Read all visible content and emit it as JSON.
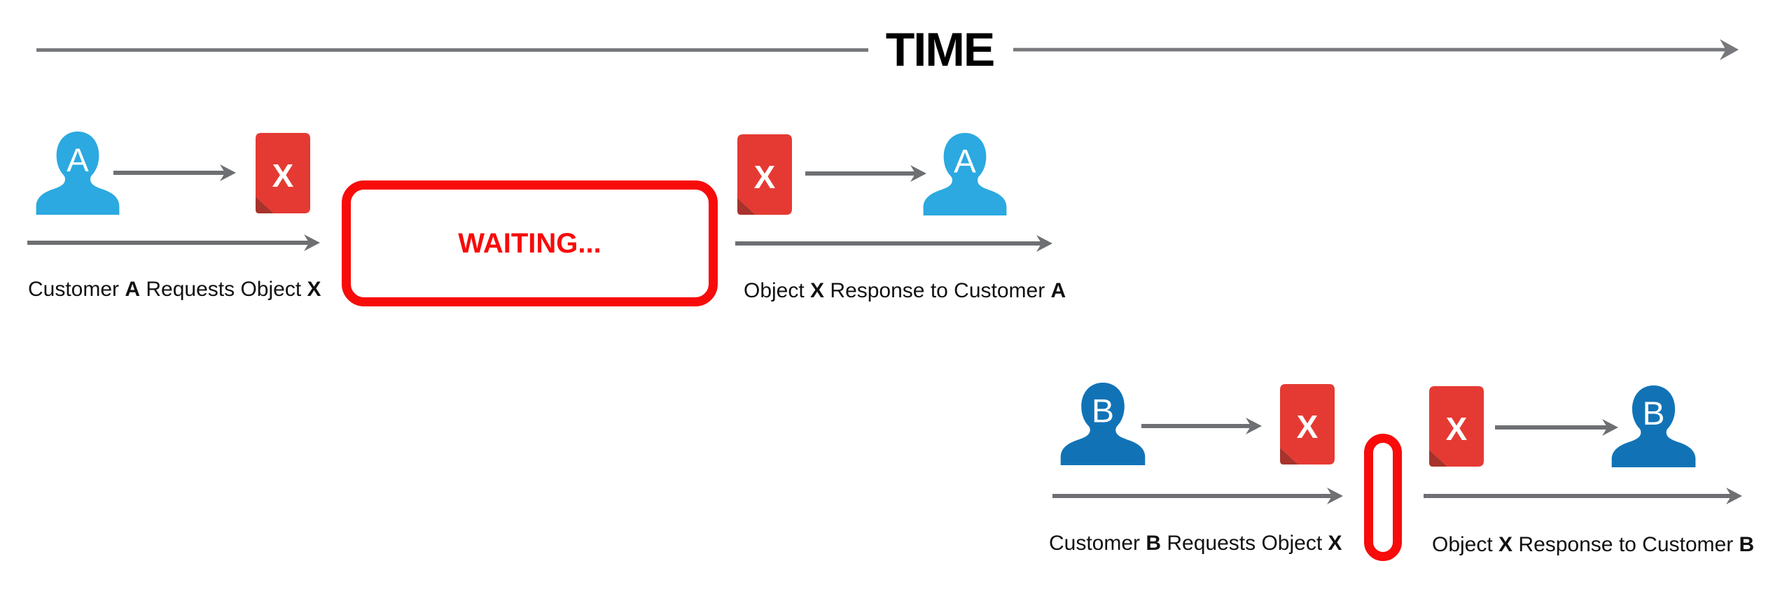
{
  "diagram": {
    "time_axis": {
      "title": "TIME"
    },
    "actors": {
      "a": "A",
      "b": "B"
    },
    "object_letter": "X",
    "waiting_box": {
      "label": "WAITING..."
    },
    "labels": {
      "a_request": {
        "pre": "Customer ",
        "b1": "A",
        "mid": " Requests Object ",
        "b2": "X"
      },
      "a_response": {
        "pre": "Object ",
        "b1": "X",
        "mid": " Response to Customer ",
        "b2": "A"
      },
      "b_request": {
        "pre": "Customer ",
        "b1": "B",
        "mid": " Requests Object ",
        "b2": "X"
      },
      "b_response": {
        "pre": "Object ",
        "b1": "X",
        "mid": " Response to Customer ",
        "b2": "B"
      }
    },
    "colors": {
      "customer_a": "#2BA9E0",
      "customer_b": "#1173B6",
      "document": "#E53A33",
      "document_fold": "#A8322C",
      "alert": "#F70B0B",
      "arrow": "#6E6F72",
      "axis": "#77787B",
      "text": "#111111"
    }
  }
}
